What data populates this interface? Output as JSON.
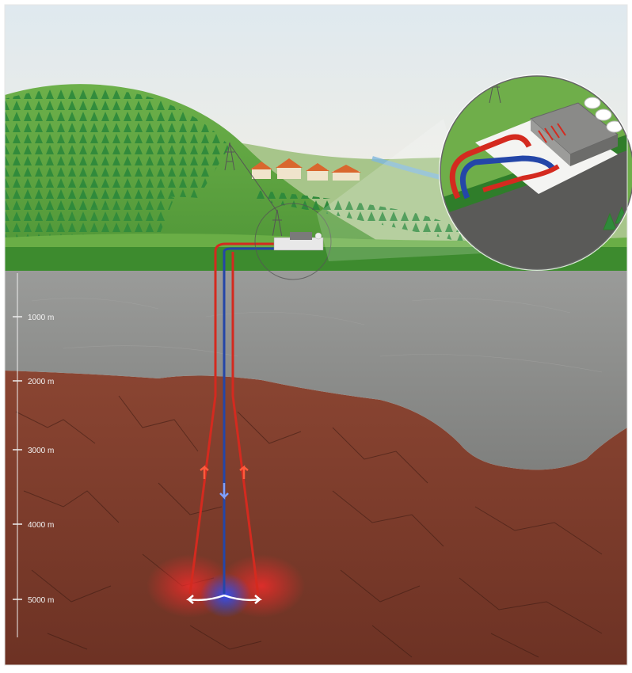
{
  "depth_scale": {
    "labels": [
      "1000 m",
      "2000 m",
      "3000 m",
      "4000 m",
      "5000 m"
    ]
  },
  "colors": {
    "sky_top": "#e8f0f5",
    "sky_bottom": "#f6f1e7",
    "forest": "#2f8a3b",
    "grass": "#5aa63c",
    "ground_grey": "#8e8f8d",
    "rock": "#7b3a2a",
    "hot_pipe": "#d42a1f",
    "cold_pipe": "#2446a8",
    "water": "#3a8fd0"
  },
  "icons": [
    "power-plant-icon",
    "pylon-icon",
    "storage-tank-icon",
    "flow-arrow-icon"
  ]
}
